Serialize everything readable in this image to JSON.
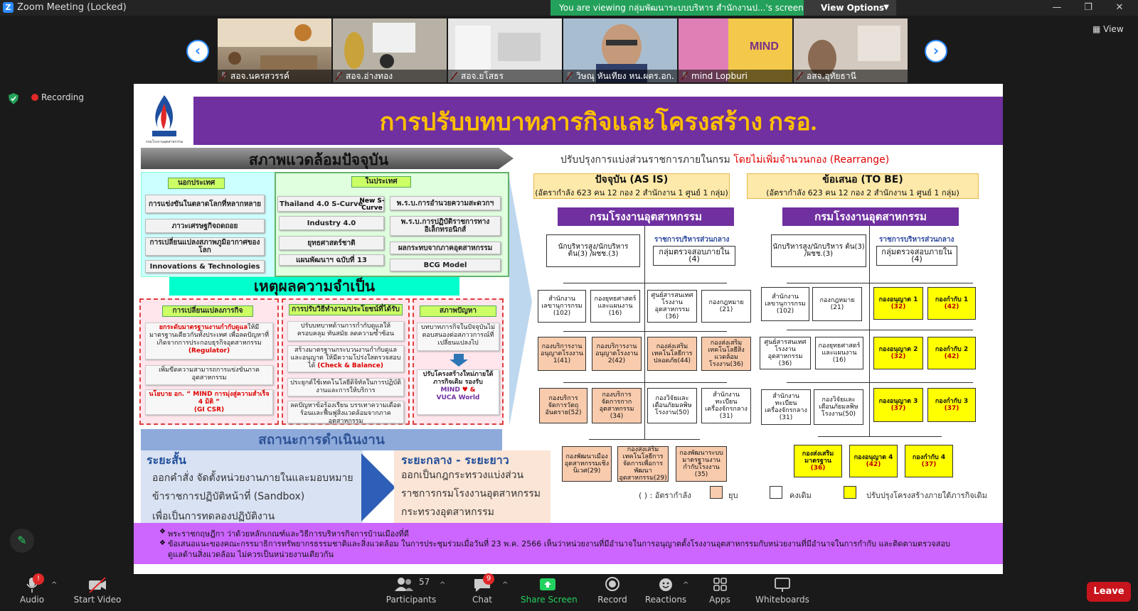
{
  "window": {
    "title": "Zoom Meeting (Locked)",
    "banner": "You are viewing กลุ่มพัฒนาระบบบริหาร สำนักงานป...'s screen",
    "view_options": "View Options",
    "view_button": "View"
  },
  "participants_strip": [
    {
      "name": "สอจ.นครสวรรค์"
    },
    {
      "name": "สอจ.อ่างทอง"
    },
    {
      "name": "สอจ.ยโสธร"
    },
    {
      "name": "วิษณุ หันเทียง หน.ผตร.อก."
    },
    {
      "name": "mind Lopburi"
    },
    {
      "name": "อสจ.อุทัยธานี"
    }
  ],
  "recording_label": "Recording",
  "slide": {
    "title": "การปรับบทบาทภารกิจและโครงสร้าง กรอ.",
    "logo_text": "กรมโรงงานอุตสาหกรรม",
    "env_title": "สภาพแวดล้อมปัจจุบัน",
    "outside": {
      "tag": "นอกประเทศ",
      "items": [
        "การแข่งขันในตลาดโลกที่หลากหลาย",
        "ภาวะเศรษฐกิจถดถอย",
        "การเปลี่ยนแปลงสภาพภูมิอากาศของโลก",
        "Innovations & Technologies"
      ]
    },
    "inside": {
      "tag": "ในประเทศ",
      "left": [
        "Thailand 4.0  S-Curve",
        "Industry 4.0",
        "ยุทธศาสตร์ชาติ",
        "แผนพัฒนาฯ ฉบับที่ 13"
      ],
      "scurve": "New S-Curve",
      "right": [
        "พ.ร.บ.การอำนวยความสะดวกฯ",
        "พ.ร.บ.การปฏิบัติราชการทางอิเล็กทรอนิกส์",
        "ผลกระทบจากภาคอุตสาหกรรม",
        "BCG Model"
      ]
    },
    "reason_title": "เหตุผลความจำเป็น",
    "reasons": {
      "c1_tag": "การเปลี่ยนแปลงภารกิจ",
      "c1_items": [
        {
          "lead": "ยกระดับมาตรฐานงานกำกับดูแล",
          "rest": "ให้มีมาตรฐานเดียวกันทั้งประเทศ เพื่อลดปัญหาที่เกิดจากการประกอบธุรกิจอุตสาหกรรม",
          "tail": "(Regulator)"
        },
        {
          "text": "เพิ่มขีดความสามารถการแข่งขันภาคอุตสาหกรรม"
        },
        {
          "text": "นโยบาย อก. “ MIND การมุ่งสู่ความสำเร็จ 4 มิติ ”",
          "tail": "(GI CSR)"
        }
      ],
      "c2_tag": "การปรับวิธีทำงาน/ประโยชน์ที่ได้รับ",
      "c2_items": [
        "ปรับบทบาทด้านการกำกับดูแลให้ครอบคลุม ทันสมัย ลดความซ้ำซ้อน",
        "สร้างมาตรฐานกระบวนงานกำกับดูแลและอนุญาต ให้มีความโปร่งใสตรวจสอบได้",
        "ประยุกต์ใช้เทคโนโลยีดิจิทัลในการปฏิบัติงานและการให้บริการ",
        "ลดปัญหาข้อร้องเรียน บรรเทาความเดือดร้อนและฟื้นฟูสิ่งแวดล้อมจากภาคอุตสาหกรรม"
      ],
      "c2_cb": "(Check & Balance)",
      "c3_tag": "สภาพปัญหา",
      "c3_item": "บทบาทภารกิจในปัจจุบันไม่ตอบสนองต่อสภาวการณ์ที่เปลี่ยนแปลงไป",
      "c3_fix": "ปรับโครงสร้างใหม่ภายใต้ภารกิจเดิม รองรับ",
      "c3_mind": "MIND",
      "c3_amp": "&",
      "c3_vuca": "VUCA World"
    },
    "status_title": "สถานะการดำเนินงาน",
    "short_term": {
      "title": "ระยะสั้น",
      "l1": "ออกคำสั่ง จัดตั้งหน่วยงานภายในและมอบหมาย",
      "l2": "ข้าราชการปฏิบัติหน้าที่ (Sandbox)",
      "l3": "เพื่อเป็นการทดลองปฏิบัติงาน"
    },
    "mid_term": {
      "title": "ระยะกลาง - ระยะยาว",
      "l1": "ออกเป็นกฎกระทรวงแบ่งส่วน",
      "l2": "ราชการกรมโรงงานอุตสาหกรรม",
      "l3": "กระทรวงอุตสาหกรรม"
    },
    "rearrange_a": "ปรับปรุงการแบ่งส่วนราชการภายในกรม ",
    "rearrange_b": "โดยไม่เพิ่มจำนวนกอง (Rearrange)",
    "asis": {
      "title": "ปัจจุบัน (AS IS)",
      "sub": "(อัตรากำลัง 623 คน 12 กอง 2 สำนักงาน 1 ศูนย์ 1 กลุ่ม)"
    },
    "tobe": {
      "title": "ข้อเสนอ (TO BE)",
      "sub": "(อัตรากำลัง 623 คน 12 กอง 2 สำนักงาน 1 ศูนย์ 1 กลุ่ม)"
    },
    "dept": "กรมโรงงานอุตสาหกรรม",
    "central": "ราชการบริหารส่วนกลาง",
    "asis_boxes": {
      "exec": "นักบริหารสูง/นักบริหาร ต้น(3) /ผชช.(3)",
      "audit": "กลุ่มตรวจสอบภายใน (4)",
      "r1": [
        "สำนักงานเลขานุการกรม (102)",
        "กองยุทธศาสตร์และแผนงาน (16)",
        "ศูนย์สารสนเทศโรงงานอุตสาหกรรม (36)",
        "กองกฎหมาย (21)"
      ],
      "r2": [
        "กองบริการงานอนุญาตโรงงาน 1(41)",
        "กองบริการงานอนุญาตโรงงาน 2(42)",
        "กองส่งเสริมเทคโนโลยีการปลอดภัย(44)",
        "กองส่งเสริมเทคโนโลยีสิ่งแวดล้อมโรงงาน(36)"
      ],
      "r3": [
        "กองบริการจัดการวัตถุอันตราย(52)",
        "กองบริการจัดการกากอุตสาหกรรม (34)",
        "กองวิจัยและเตือนภัยมลพิษโรงงาน(50)",
        "สำนักงานทะเบียนเครื่องจักรกลาง (31)"
      ],
      "r4": [
        "กองพัฒนาเมืองอุตสาหกรรมเชิงนิเวศ(29)",
        "กองส่งเสริมเทคโนโลยีการจัดการเพื่อการพัฒนาอุตสาหกรรม(29)",
        "กองพัฒนาระบบมาตรฐานงานกำกับโรงงาน (35)"
      ]
    },
    "tobe_boxes": {
      "exec": "นักบริหารสูง/นักบริหาร ต้น(3) /ผชช.(3)",
      "audit": "กลุ่มตรวจสอบภายใน (4)",
      "r1": [
        "สำนักงานเลขานุการกรม (102)",
        "กองกฎหมาย (21)"
      ],
      "r2": [
        "ศูนย์สารสนเทศโรงงานอุตสาหกรรม (36)",
        "กองยุทธศาสตร์และแผนงาน (16)"
      ],
      "r3": [
        "สำนักงานทะเบียนเครื่องจักรกลาง (31)",
        "กองวิจัยและเตือนภัยมลพิษโรงงาน(50)"
      ],
      "y": [
        {
          "k": "กองอนุญาต 1",
          "v": "(32)"
        },
        {
          "k": "กองกำกับ 1",
          "v": "(42)"
        },
        {
          "k": "กองอนุญาต 2",
          "v": "(32)"
        },
        {
          "k": "กองกำกับ 2",
          "v": "(42)"
        },
        {
          "k": "กองอนุญาต 3",
          "v": "(37)"
        },
        {
          "k": "กองกำกับ 3",
          "v": "(37)"
        },
        {
          "k": "กองส่งเสริมมาตรฐาน",
          "v": "(36)"
        },
        {
          "k": "กองอนุญาต 4",
          "v": "(42)"
        },
        {
          "k": "กองกำกับ 4",
          "v": "(37)"
        }
      ]
    },
    "legend": {
      "rate": "( ) : อัตรากำลัง",
      "merge": "ยุบ",
      "keep": "คงเดิม",
      "restructure": "ปรับปรุงโครงสร้างภายใต้ภารกิจเดิม"
    },
    "foot1": "พระราชกฤษฎีกา ว่าด้วยหลักเกณฑ์และวิธีการบริหารกิจการบ้านเมืองที่ดี",
    "foot2": "ข้อเสนอแนะของคณะกรรมาธิการทรัพยากรธรรมชาติและสิ่งแวดล้อม ในการประชุมร่วมเมื่อวันที่ 23 พ.ค. 2566 เห็นว่าหน่วยงานที่มีอำนาจในการอนุญาตตั้งโรงงานอุตสาหกรรมกับหน่วยงานที่มีอำนาจในการกำกับ และติดตามตรวจสอบดูแลด้านสิ่งแวดล้อม ไม่ควรเป็นหน่วยงานเดียวกัน"
  },
  "toolbar": {
    "audio": "Audio",
    "audio_badge": "!",
    "video": "Start Video",
    "participants": "Participants",
    "participants_count": "57",
    "chat": "Chat",
    "chat_badge": "9",
    "share": "Share Screen",
    "record": "Record",
    "reactions": "Reactions",
    "apps": "Apps",
    "whiteboards": "Whiteboards",
    "leave": "Leave"
  },
  "colors": {
    "brand": "#2d8cff",
    "share_green": "#23d160",
    "leave_red": "#c8141c",
    "slide_purple": "#7030a0"
  }
}
